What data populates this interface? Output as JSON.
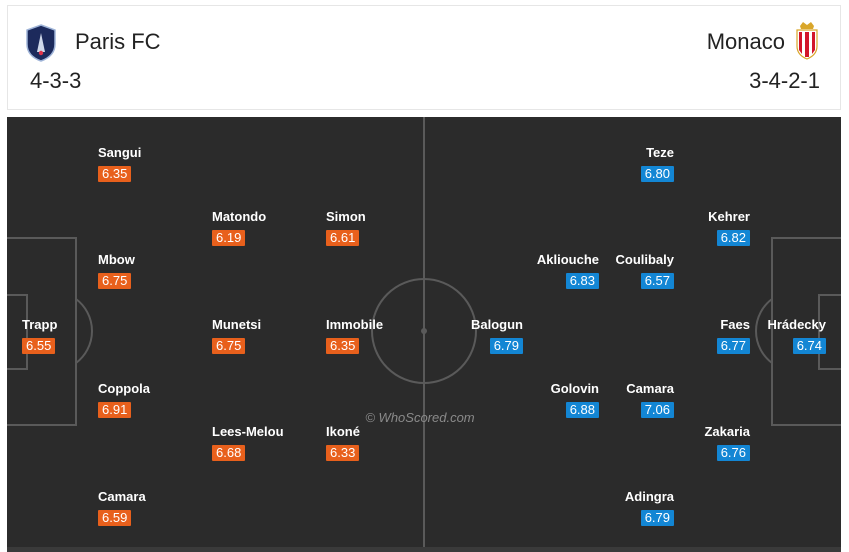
{
  "home": {
    "name": "Paris FC",
    "formation": "4-3-3",
    "crest_icon": "paris-fc-crest-icon",
    "rating_color": "#e8601c",
    "players": [
      {
        "name": "Sangui",
        "rating": "6.35"
      },
      {
        "name": "Matondo",
        "rating": "6.19"
      },
      {
        "name": "Simon",
        "rating": "6.61"
      },
      {
        "name": "Mbow",
        "rating": "6.75"
      },
      {
        "name": "Trapp",
        "rating": "6.55"
      },
      {
        "name": "Munetsi",
        "rating": "6.75"
      },
      {
        "name": "Immobile",
        "rating": "6.35"
      },
      {
        "name": "Coppola",
        "rating": "6.91"
      },
      {
        "name": "Lees-Melou",
        "rating": "6.68"
      },
      {
        "name": "Ikoné",
        "rating": "6.33"
      },
      {
        "name": "Camara",
        "rating": "6.59"
      }
    ]
  },
  "away": {
    "name": "Monaco",
    "formation": "3-4-2-1",
    "crest_icon": "monaco-crest-icon",
    "rating_color": "#1386d4",
    "players": [
      {
        "name": "Teze",
        "rating": "6.80"
      },
      {
        "name": "Kehrer",
        "rating": "6.82"
      },
      {
        "name": "Akliouche",
        "rating": "6.83"
      },
      {
        "name": "Coulibaly",
        "rating": "6.57"
      },
      {
        "name": "Balogun",
        "rating": "6.79"
      },
      {
        "name": "Faes",
        "rating": "6.77"
      },
      {
        "name": "Hrádecky",
        "rating": "6.74"
      },
      {
        "name": "Golovin",
        "rating": "6.88"
      },
      {
        "name": "Camara",
        "rating": "7.06"
      },
      {
        "name": "Zakaria",
        "rating": "6.76"
      },
      {
        "name": "Adingra",
        "rating": "6.79"
      }
    ]
  },
  "watermark": "© WhoScored.com",
  "pitch_color": "#2b2b2b"
}
